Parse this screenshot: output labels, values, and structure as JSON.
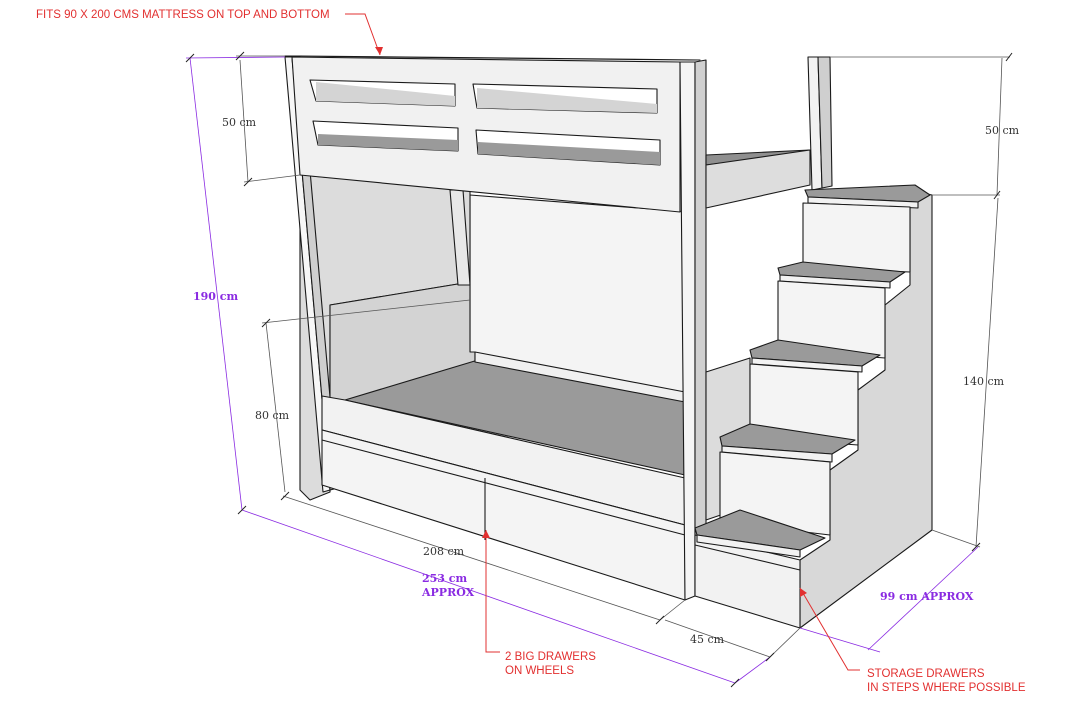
{
  "colors": {
    "annotation_red": "#e23030",
    "dimension_purple": "#8a2be2",
    "dimension_gray": "#555555",
    "panel_light": "#f2f2f2",
    "panel_mid": "#d9d9d9",
    "panel_dark": "#9a9a9a",
    "panel_shadow": "#8c8c8c"
  },
  "annotations": {
    "top_mattress": "FITS 90 X 200 CMS MATTRESS ON TOP AND BOTTOM",
    "drawers_line1": "2 BIG DRAWERS",
    "drawers_line2": "ON WHEELS",
    "storage_line1": "STORAGE DRAWERS",
    "storage_line2": "IN STEPS WHERE POSSIBLE"
  },
  "dimensions": {
    "guard_left": "50 cm",
    "guard_right": "50 cm",
    "total_height": "190 cm",
    "lower_height": "80 cm",
    "steps_height": "140 cm",
    "bed_length": "208 cm",
    "total_length_line1": "253 cm",
    "total_length_line2": "APPROX",
    "step_depth": "45 cm",
    "total_width": "99 cm APPROX"
  }
}
